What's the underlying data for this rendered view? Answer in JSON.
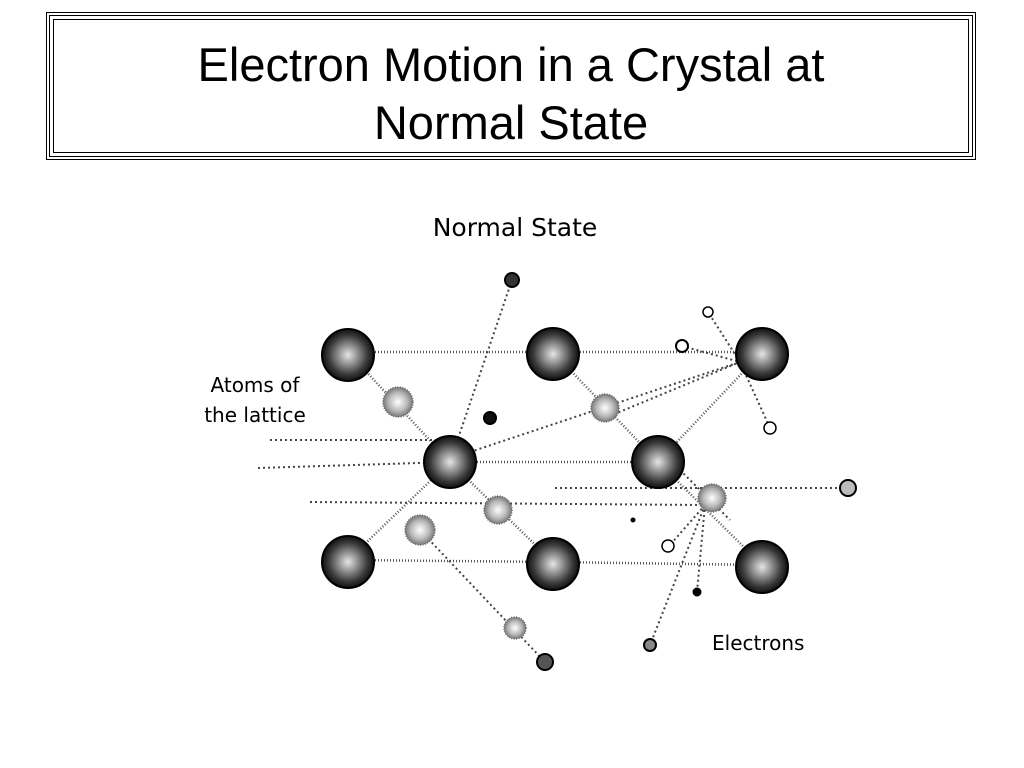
{
  "slide": {
    "title_line1": "Electron Motion in a Crystal at",
    "title_line2": "Normal State"
  },
  "diagram": {
    "heading": "Normal State",
    "label_atoms_line1": "Atoms of",
    "label_atoms_line2": "the lattice",
    "label_electrons": "Electrons"
  }
}
